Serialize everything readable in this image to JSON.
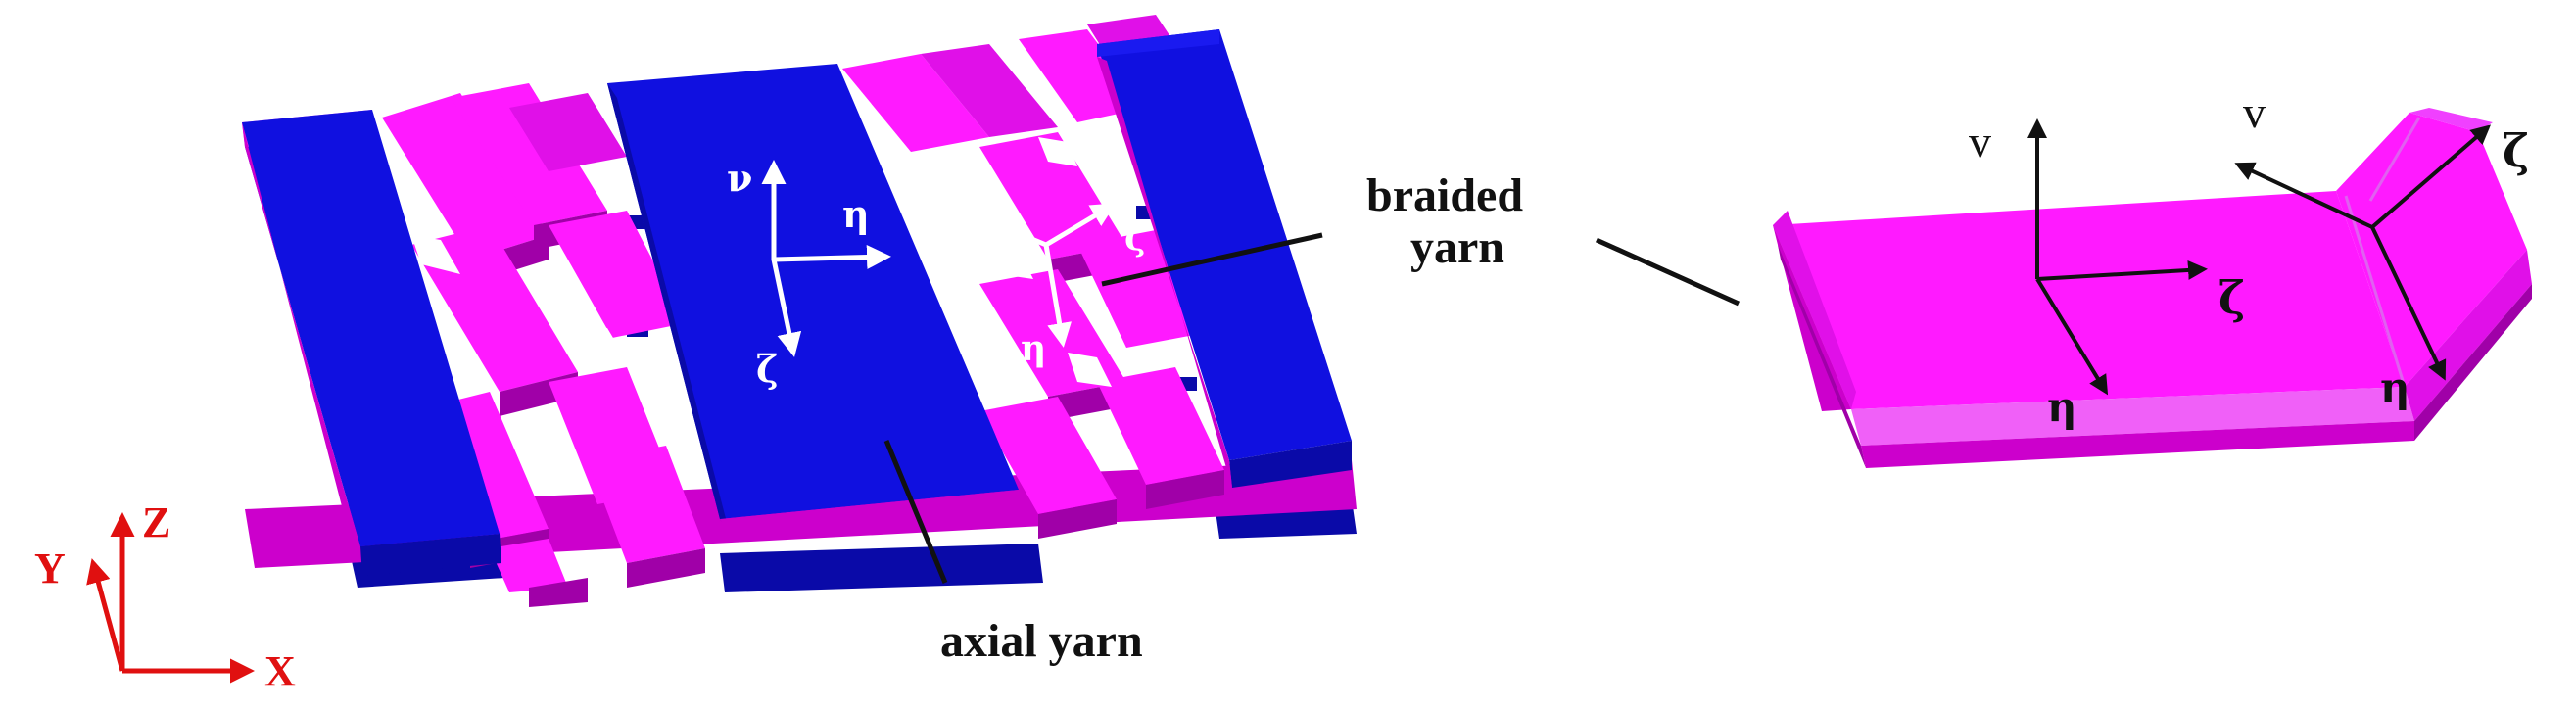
{
  "colors": {
    "axial": "#1010e0",
    "axial_side": "#0a0aa8",
    "braided": "#ff1aff",
    "braided_side": "#cc00cc",
    "braided_dark": "#a000a8",
    "global_axes": "#e01010"
  },
  "labels": {
    "braided_line1": "braided",
    "braided_line2": "yarn",
    "axial": "axial yarn"
  },
  "axial_local_axes": {
    "v": "ν",
    "eta": "η",
    "zeta": "ζ"
  },
  "braided_local_axes": {
    "v": "ν",
    "zeta": "ζ",
    "eta": "η"
  },
  "detail_axes_1": {
    "v": "v",
    "zeta": "ζ",
    "eta": "η"
  },
  "detail_axes_2": {
    "v": "v",
    "zeta": "ζ",
    "eta": "η"
  },
  "global_axes": {
    "y": "Y",
    "z": "Z",
    "x": "X"
  }
}
